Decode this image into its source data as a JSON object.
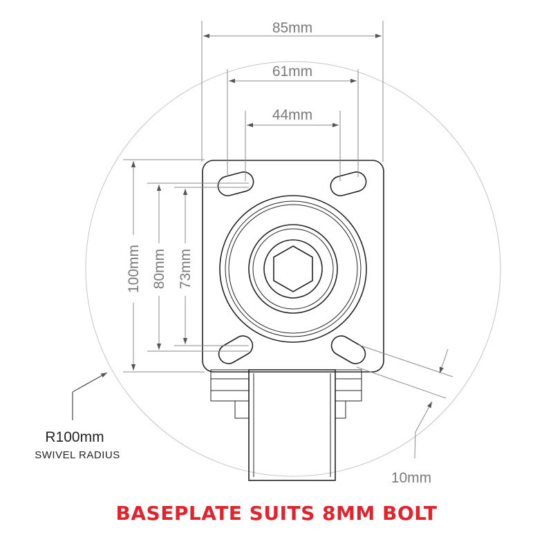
{
  "dimensions": {
    "plate_width": "85mm",
    "hole_outer_width": "61mm",
    "hole_inner_width": "44mm",
    "plate_height": "100mm",
    "hole_outer_height": "80mm",
    "hole_inner_height": "73mm",
    "plate_thickness": "10mm"
  },
  "swivel": {
    "radius": "R100mm",
    "label": "SWIVEL RADIUS"
  },
  "caption": "BASEPLATE SUITS 8MM BOLT",
  "colors": {
    "caption": "#e4222b",
    "outline": "#222222",
    "dimension_line": "#8a8a8a"
  }
}
